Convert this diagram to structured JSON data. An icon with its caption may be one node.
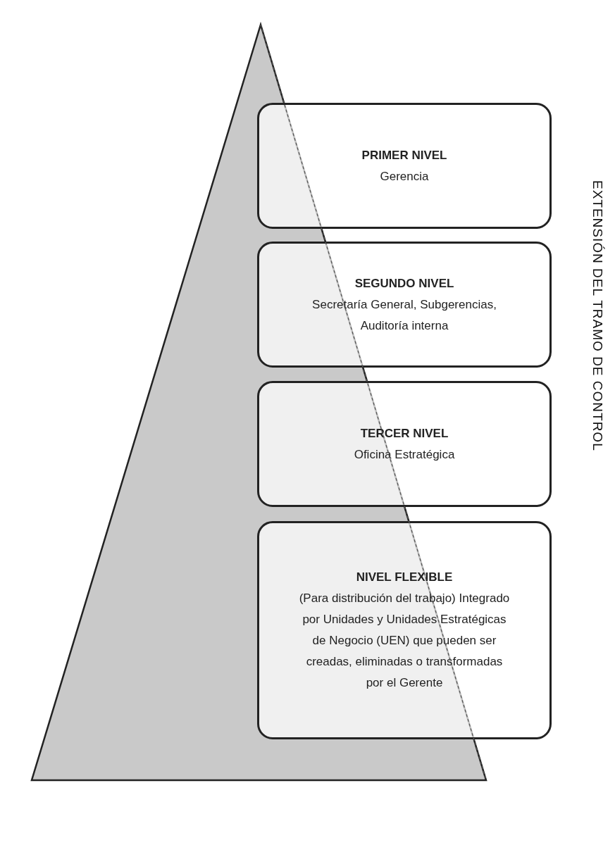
{
  "diagram": {
    "nodes": [
      {
        "text": [
          "PRIMER NIVEL",
          "Gerencia"
        ]
      },
      {
        "text": [
          "SEGUNDO NIVEL",
          "Secretaría General, Subgerencias, Auditoría interna"
        ]
      },
      {
        "text": [
          "TERCER NIVEL",
          "Oficina Estratégica"
        ]
      },
      {
        "text": [
          "NIVEL FLEXIBLE",
          "(Para distribución del trabajo) Integrado por Unidades y Unidades Estratégicas de Negocio (UEN) que pueden ser creadas, eliminadas o transformadas por el Gerente"
        ]
      }
    ],
    "edges": [],
    "labels": [
      "EXTENSIÓN DEL TRAMO DE CONTROL"
    ]
  }
}
